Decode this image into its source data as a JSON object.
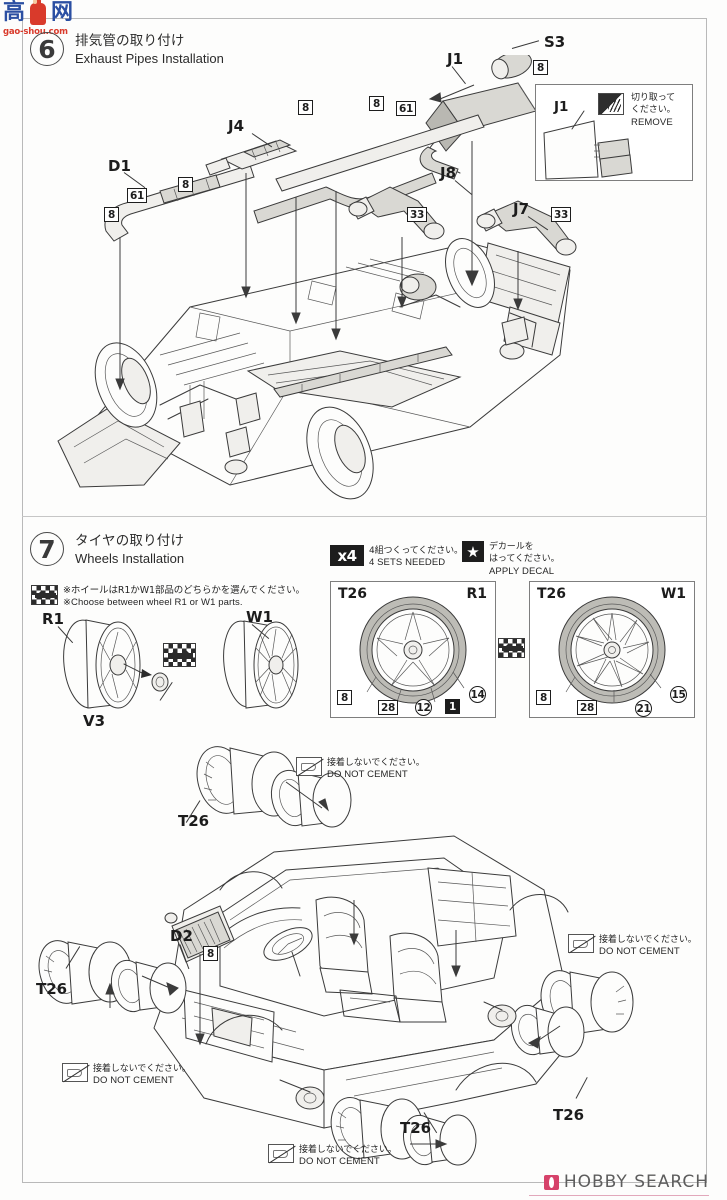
{
  "page": {
    "watermark_top": {
      "chars": [
        "高",
        "网"
      ],
      "url": "gao-shou.com"
    },
    "watermark_bottom": {
      "text": "HOBBY SEARCH",
      "mark": "flame-icon"
    }
  },
  "steps": [
    {
      "number": "6",
      "title_jp": "排気管の取り付け",
      "title_en": "Exhaust Pipes Installation",
      "part_labels": [
        "J1",
        "J4",
        "D1",
        "J8",
        "J7",
        "S3"
      ],
      "paint_badges": [
        "8",
        "8",
        "8",
        "61",
        "61",
        "8",
        "33",
        "33"
      ],
      "callout": {
        "label": "J1",
        "jp_line1": "切り取って",
        "jp_line2": "ください。",
        "en": "REMOVE",
        "icon": "remove-icon"
      }
    },
    {
      "number": "7",
      "title_jp": "タイヤの取り付け",
      "title_en": "Wheels Installation",
      "choice_note": {
        "jp": "※ホイールはR1かW1部品のどちらかを選んでください。",
        "en": "※Choose between wheel R1 or W1 parts.",
        "icon": "choose-arrows-icon"
      },
      "wheel_options": [
        {
          "label": "R1",
          "cap_label": "V3"
        },
        {
          "label": "W1"
        }
      ],
      "sets_note": {
        "icon": "x4-icon",
        "badge": "x4",
        "jp": "4組つくってください。",
        "en": "4 SETS NEEDED"
      },
      "decal_note": {
        "icon": "star-icon",
        "jp_line1": "デカールを",
        "jp_line2": "はってください。",
        "en": "APPLY  DECAL"
      },
      "wheel_detail_boxes": [
        {
          "tire_label": "T26",
          "wheel_label": "R1",
          "badges": [
            {
              "value": "8",
              "style": "open"
            },
            {
              "value": "28",
              "style": "open"
            },
            {
              "value": "12",
              "style": "round"
            },
            {
              "value": "1",
              "style": "solid"
            },
            {
              "value": "14",
              "style": "round"
            }
          ]
        },
        {
          "tire_label": "T26",
          "wheel_label": "W1",
          "badges": [
            {
              "value": "8",
              "style": "open"
            },
            {
              "value": "28",
              "style": "open"
            },
            {
              "value": "21",
              "style": "round"
            },
            {
              "value": "15",
              "style": "round"
            }
          ]
        }
      ],
      "body_labels": [
        "T26",
        "T26",
        "T26",
        "T26",
        "D2"
      ],
      "body_badges": [
        "8"
      ],
      "cement_warnings": [
        {
          "jp": "接着しないでください。",
          "en": "DO NOT CEMENT"
        },
        {
          "jp": "接着しないでください。",
          "en": "DO NOT CEMENT"
        },
        {
          "jp": "接着しないでください。",
          "en": "DO NOT CEMENT"
        },
        {
          "jp": "接着しないでください。",
          "en": "DO NOT CEMENT"
        }
      ]
    }
  ],
  "colors": {
    "ink": "#231f20",
    "rule": "#b9b9b9",
    "badge_fill": "#1d1d1d",
    "logo_blue": "#2b4fa2",
    "logo_red": "#d93a2b",
    "hobby_pink": "#d6426a",
    "part_light": "#f0efec",
    "part_mid": "#d9d8d3",
    "part_dark": "#b9b8b2"
  }
}
